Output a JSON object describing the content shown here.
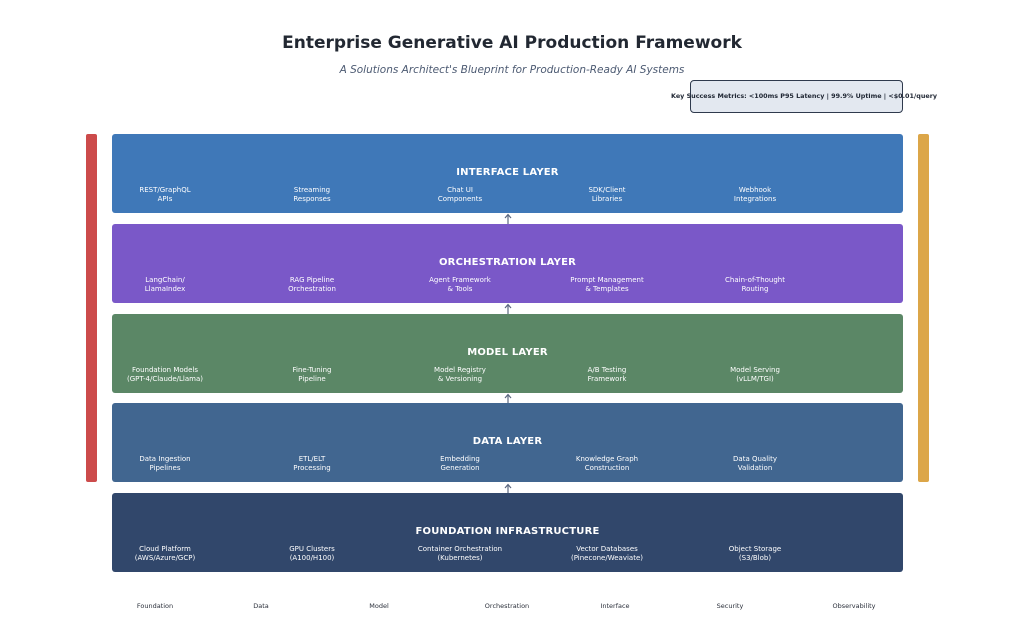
{
  "title": "Enterprise Generative AI Production Framework",
  "subtitle": "A Solutions Architect's Blueprint for Production-Ready AI Systems",
  "metrics": "Key Success Metrics: <100ms P95 Latency | 99.9% Uptime | <$0.01/query",
  "colors": {
    "interface": "#3f78b8",
    "orchestration": "#7a58c8",
    "model": "#5b8766",
    "data": "#416690",
    "foundation": "#31476b",
    "left_bar": "#cc4b4b",
    "right_bar": "#dca648",
    "arrow": "#5c6880"
  },
  "layers": [
    {
      "title": "INTERFACE LAYER",
      "components": [
        "REST/GraphQL\nAPIs",
        "Streaming\nResponses",
        "Chat UI\nComponents",
        "SDK/Client\nLibraries",
        "Webhook\nIntegrations"
      ]
    },
    {
      "title": "ORCHESTRATION LAYER",
      "components": [
        "LangChain/\nLlamaIndex",
        "RAG Pipeline\nOrchestration",
        "Agent Framework\n& Tools",
        "Prompt Management\n& Templates",
        "Chain-of-Thought\nRouting"
      ]
    },
    {
      "title": "MODEL LAYER",
      "components": [
        "Foundation Models\n(GPT-4/Claude/Llama)",
        "Fine-Tuning\nPipeline",
        "Model Registry\n& Versioning",
        "A/B Testing\nFramework",
        "Model Serving\n(vLLM/TGI)"
      ]
    },
    {
      "title": "DATA LAYER",
      "components": [
        "Data Ingestion\nPipelines",
        "ETL/ELT\nProcessing",
        "Embedding\nGeneration",
        "Knowledge Graph\nConstruction",
        "Data Quality\nValidation"
      ]
    },
    {
      "title": "FOUNDATION INFRASTRUCTURE",
      "components": [
        "Cloud Platform\n(AWS/Azure/GCP)",
        "GPU Clusters\n(A100/H100)",
        "Container Orchestration\n(Kubernetes)",
        "Vector Databases\n(Pinecone/Weaviate)",
        "Object Storage\n(S3/Blob)"
      ]
    }
  ],
  "bottom_labels": [
    "Foundation",
    "Data",
    "Model",
    "Orchestration",
    "Interface",
    "Security",
    "Observability"
  ]
}
